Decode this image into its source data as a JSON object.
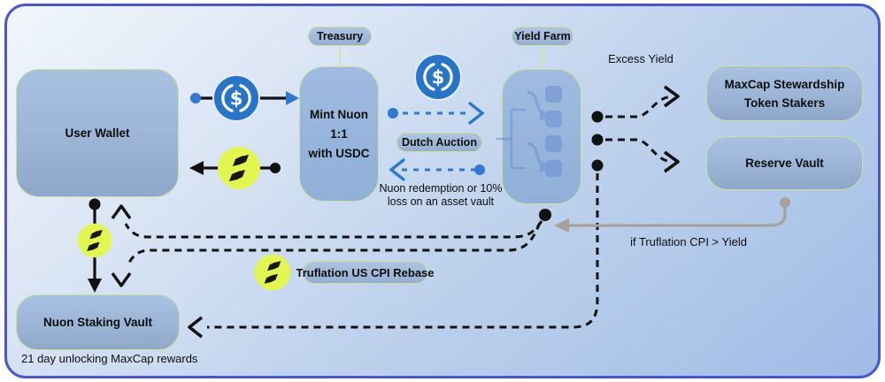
{
  "nodes": {
    "user_wallet": {
      "label": "User Wallet"
    },
    "mint_nuon": {
      "lines": [
        "Mint Nuon",
        "1:1",
        "with USDC"
      ]
    },
    "maxcap": {
      "lines": [
        "MaxCap Stewardship",
        "Token Stakers"
      ]
    },
    "reserve": {
      "label": "Reserve Vault"
    },
    "staking": {
      "label": "Nuon Staking Vault"
    }
  },
  "pills": {
    "treasury": "Treasury",
    "yield_farm": "Yield Farm",
    "dutch_auction": "Dutch Auction",
    "truflation": "Truflation US CPI Rebase"
  },
  "annotations": {
    "excess_yield": "Excess Yield",
    "redemption": [
      "Nuon redemption or 10%",
      "loss on an asset vault"
    ],
    "cpi_condition": "if Truflation CPI > Yield",
    "unlock_note": "21 day unlocking MaxCap rewards"
  },
  "icons": {
    "usdc_symbol": "$",
    "usdc_icon": "usdc-coin",
    "nuon_icon": "nuon-token",
    "yield_flow_icon": "yield-routing"
  },
  "colors": {
    "usdc_blue": "#2775CA",
    "arrow_blue": "#2F79D2",
    "nuon_lime": "#E3F64E",
    "trigger_gray": "#A8A19A",
    "node_border_green": "#C9DF9B",
    "frame_border_blue": "#4B55D0",
    "ink": "#111111"
  }
}
